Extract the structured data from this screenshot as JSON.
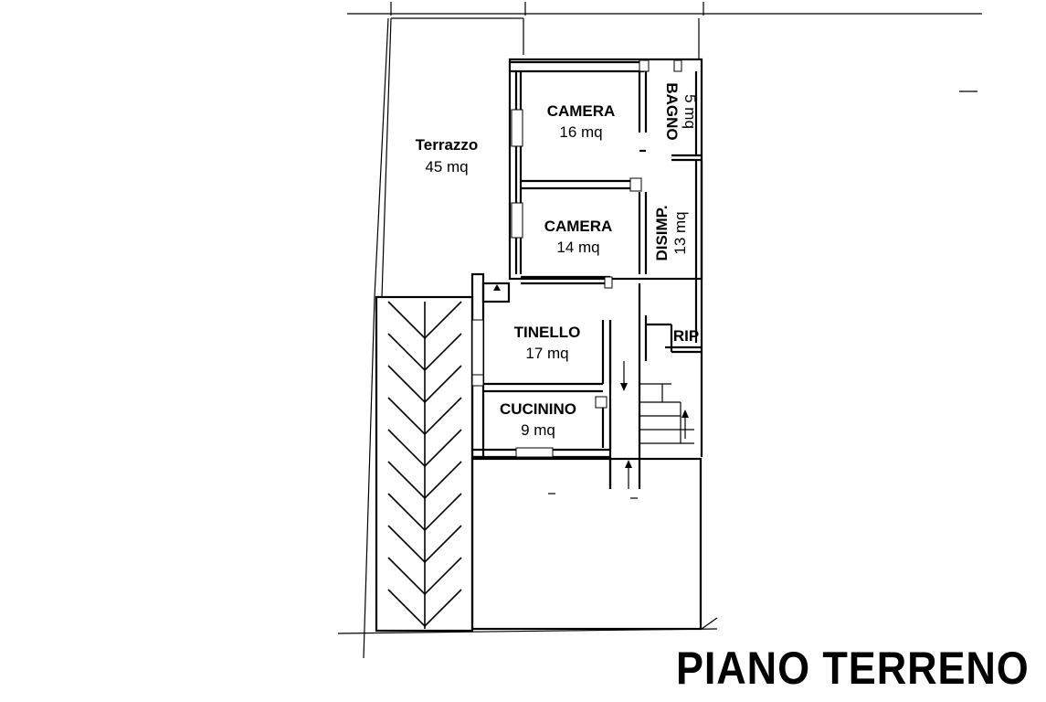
{
  "plan": {
    "title": "PIANO TERRENO",
    "rooms": [
      {
        "id": "terrazzo",
        "name": "Terrazzo",
        "area": "45 mq"
      },
      {
        "id": "camera-1",
        "name": "CAMERA",
        "area": "16 mq"
      },
      {
        "id": "bagno",
        "name": "BAGNO",
        "area": "5 mq"
      },
      {
        "id": "camera-2",
        "name": "CAMERA",
        "area": "14 mq"
      },
      {
        "id": "disimp",
        "name": "DISIMP.",
        "area": "13 mq"
      },
      {
        "id": "tinello",
        "name": "TINELLO",
        "area": "17 mq"
      },
      {
        "id": "rip",
        "name": "RIP"
      },
      {
        "id": "cucinino",
        "name": "CUCININO",
        "area": "9 mq"
      }
    ]
  }
}
